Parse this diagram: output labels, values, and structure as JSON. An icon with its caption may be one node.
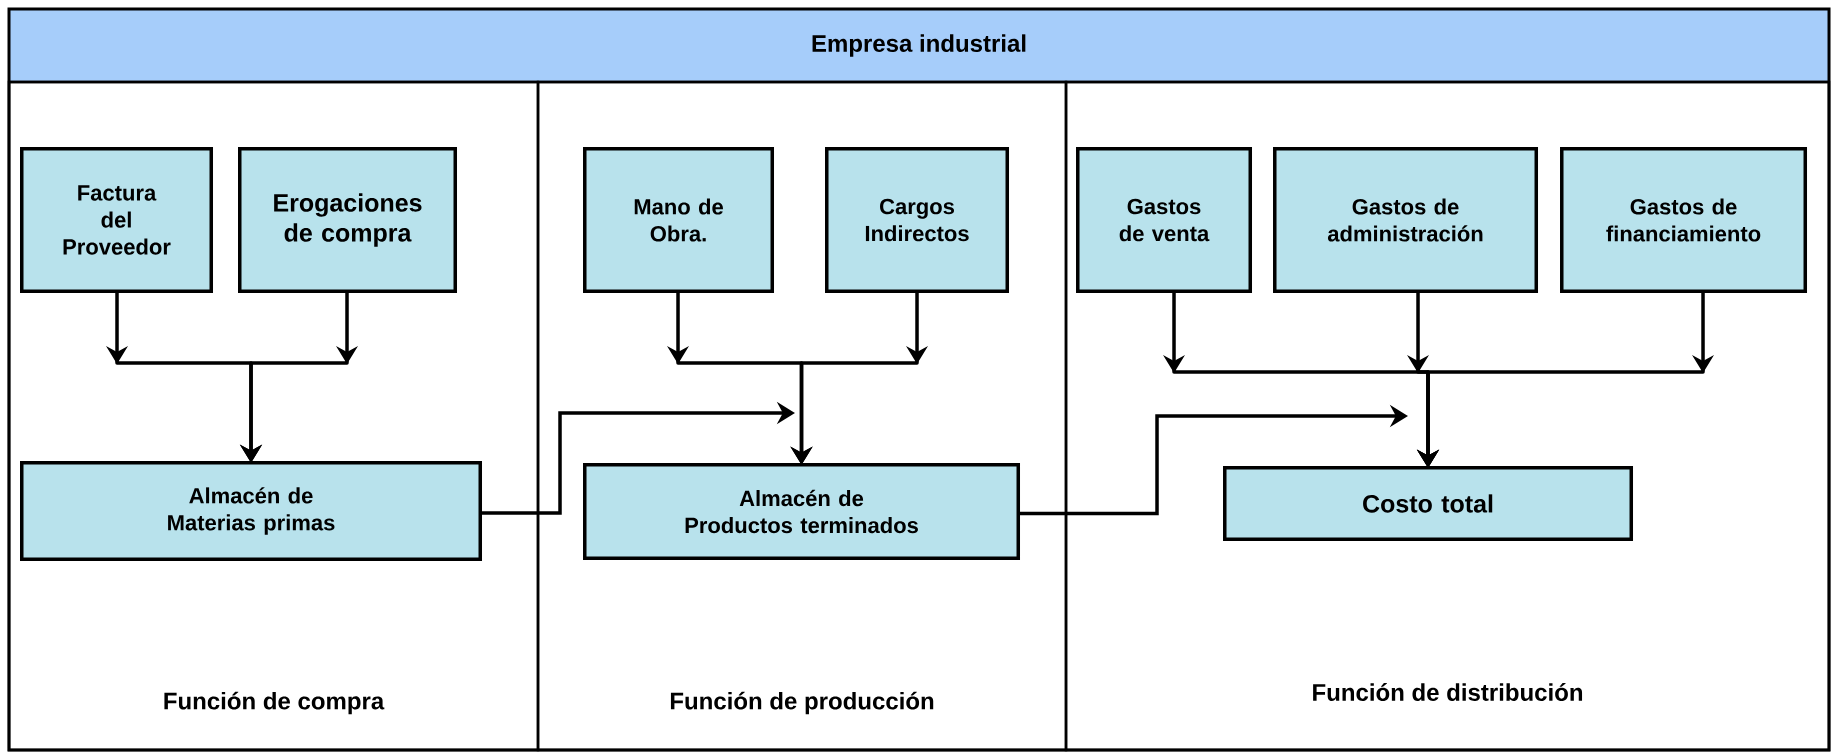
{
  "diagram": {
    "nodes": [
      {
        "text": [
          "Empresa industrial"
        ]
      },
      {
        "text": [
          "Función de compra"
        ],
        "in": 0
      },
      {
        "text": [
          "Función de producción"
        ],
        "in": 0
      },
      {
        "text": [
          "Función de distribución"
        ],
        "in": 0
      },
      {
        "text": [
          "Factura del Proveedor"
        ],
        "in": 1
      },
      {
        "text": [
          "Erogaciones de compra"
        ],
        "in": 1
      },
      {
        "text": [
          "Almacén de Materias primas"
        ],
        "in": 1
      },
      {
        "text": [
          "Mano de Obra."
        ],
        "in": 2
      },
      {
        "text": [
          "Cargos Indirectos"
        ],
        "in": 2
      },
      {
        "text": [
          "Almacén de Productos terminados"
        ],
        "in": 2
      },
      {
        "text": [
          "Gastos de venta"
        ],
        "in": 3
      },
      {
        "text": [
          "Gastos de administración"
        ],
        "in": 3
      },
      {
        "text": [
          "Gastos de financiamiento"
        ],
        "in": 3
      },
      {
        "text": [
          "Costo total"
        ],
        "in": 3
      }
    ],
    "edges": [
      {
        "from": 4,
        "to": 6,
        "arrow": "to"
      },
      {
        "from": 5,
        "to": 6,
        "arrow": "to"
      },
      {
        "from": 7,
        "to": 9,
        "arrow": "to"
      },
      {
        "from": 8,
        "to": 9,
        "arrow": "to"
      },
      {
        "from": 6,
        "to": 9,
        "arrow": "to"
      },
      {
        "from": 10,
        "to": 13,
        "arrow": "to"
      },
      {
        "from": 11,
        "to": 13,
        "arrow": "to"
      },
      {
        "from": 12,
        "to": 13,
        "arrow": "to"
      },
      {
        "from": 9,
        "to": 13,
        "arrow": "to"
      }
    ]
  }
}
